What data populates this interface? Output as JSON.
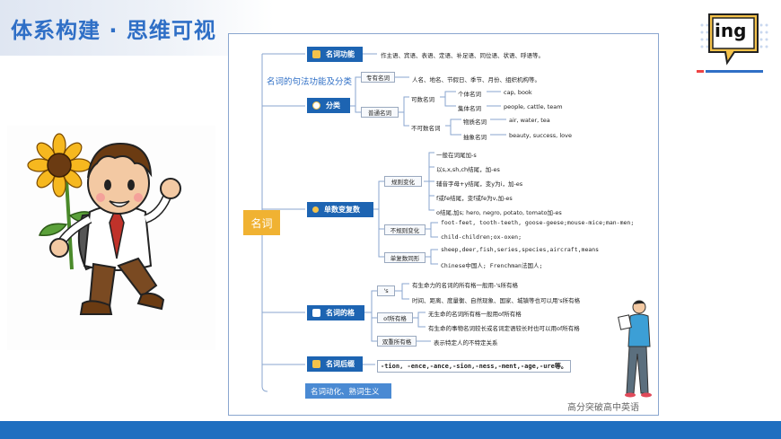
{
  "header": {
    "title": "体系构建 · 思维可视"
  },
  "logo": {
    "text": "ing"
  },
  "watermark": "高分突破高中英语",
  "root": "名词",
  "branches": {
    "function": {
      "label": "名词功能",
      "desc": "作主语、宾语、表语、定语、补足语、同位语、状语、呼语等。"
    },
    "subtitle": "名词的句法功能及分类",
    "classify": {
      "label": "分类",
      "proper": {
        "label": "专有名词",
        "desc": "人名、地名、节假日、季节、月份、组织机构等。"
      },
      "common": {
        "label": "普通名词",
        "countable": {
          "label": "可数名词",
          "individual": {
            "label": "个体名词",
            "ex": "cap, book"
          },
          "collective": {
            "label": "集体名词",
            "ex": "people, cattle, team"
          }
        },
        "uncountable": {
          "label": "不可数名词",
          "material": {
            "label": "物质名词",
            "ex": "air, water, tea"
          },
          "abstract": {
            "label": "抽象名词",
            "ex": "beauty, success, love"
          }
        }
      }
    },
    "plural": {
      "label": "单数变复数",
      "regular": {
        "label": "规则变化",
        "rules": [
          "一般在词尾加-s",
          "以s,x,sh,ch结尾，加-es",
          "辅音字母+y结尾，变y为i，加-es",
          "f或fe结尾，变f或fe为v,加-es",
          "o结尾,加s; hero, negro, potato, tomato加-es"
        ]
      },
      "irregular": {
        "label": "不规则变化",
        "items": [
          "foot-feet, tooth-teeth, goose-geese;mouse-mice;man-men;",
          "child-children;ox-oxen;"
        ]
      },
      "same": {
        "label": "单复数同形",
        "items": [
          "sheep,deer,fish,series,species,aircraft,means",
          "Chinese中国人; Frenchman法国人;"
        ]
      }
    },
    "possessive": {
      "label": "名词的格",
      "s": {
        "label": "'s",
        "items": [
          "有生命力的名词的所有格一般用-'s所有格",
          "时间、距离、度量衡、自然现象、国家、城镇等也可以用's所有格"
        ]
      },
      "of": {
        "label": "of所有格",
        "items": [
          "无生命的名词所有格一般用of所有格",
          "有生命的事物名词较长或名词定语较长时也可以用of所有格"
        ]
      },
      "double": {
        "label": "双重所有格",
        "desc": "表示特定人的不特定关系"
      }
    },
    "suffix": {
      "label": "名词后缀",
      "desc": "-tion, -ence,-ance,-sion,-ness,-ment,-age,-ure等。"
    },
    "verbal": {
      "label": "名词动化、熟词生义"
    }
  },
  "colors": {
    "accent": "#1d64b2",
    "root": "#f0b232",
    "title": "#2f6fc6",
    "bar": "#1f6fc0"
  }
}
